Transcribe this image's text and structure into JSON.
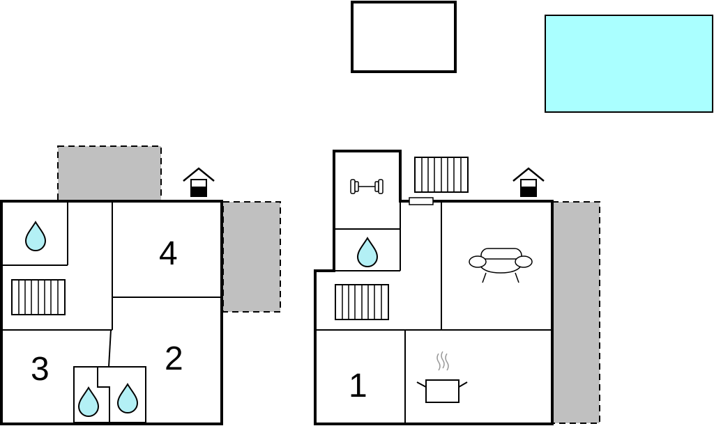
{
  "colors": {
    "wall": "#000000",
    "terrace": "#c0c0c0",
    "pool": "#aaffff",
    "water": "#b3f0f5",
    "background": "#ffffff"
  },
  "room_labels": {
    "room_1": "1",
    "room_2": "2",
    "room_3": "3",
    "room_4": "4"
  },
  "icons": [
    "bathroom-drop-icon",
    "radiator-icon",
    "entrance-house-icon",
    "fitness-dumbbell-icon",
    "sofa-icon",
    "kitchen-pot-icon",
    "swimming-pool",
    "outdoor-table"
  ]
}
